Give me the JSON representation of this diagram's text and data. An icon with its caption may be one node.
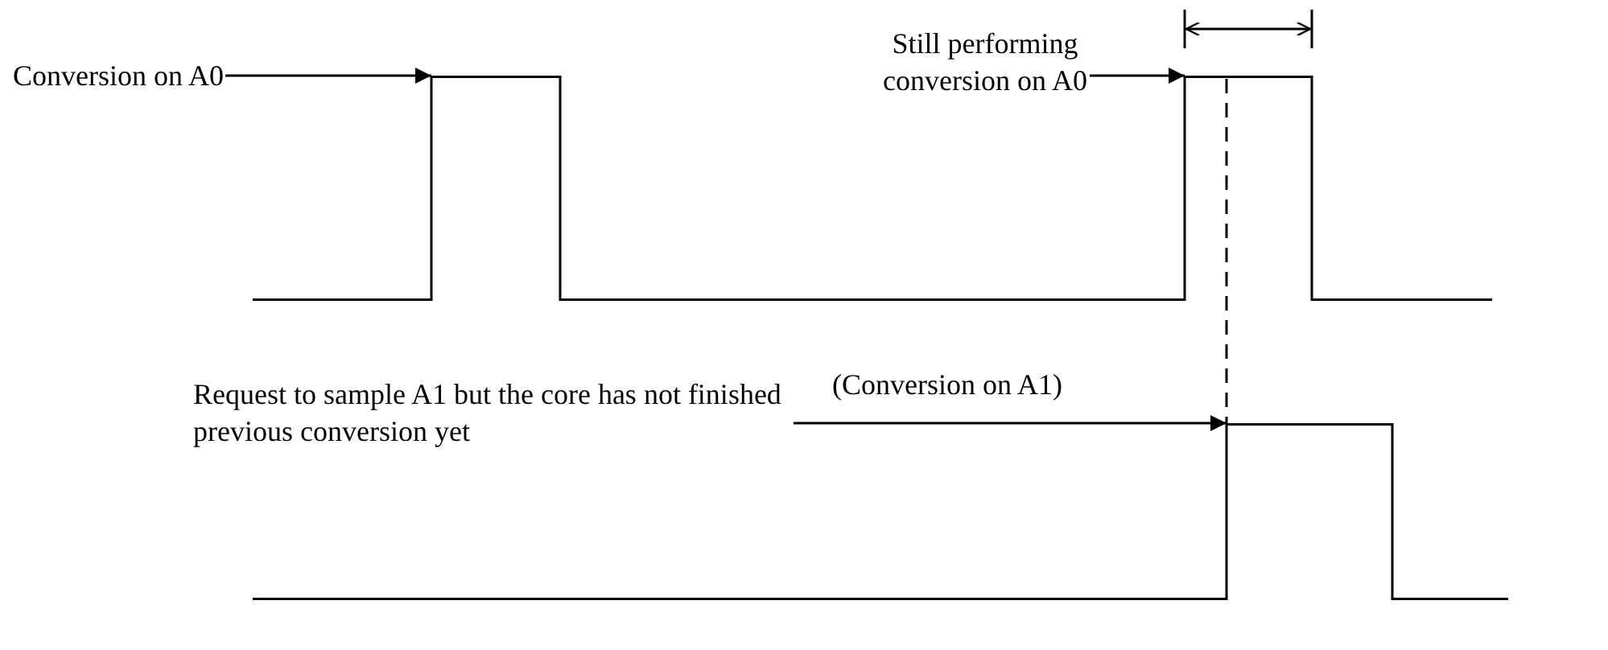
{
  "diagram": {
    "nodes": [
      {
        "text": [
          "Conversion on A0"
        ]
      },
      {
        "text": [
          "Still performing conversion on A0"
        ]
      },
      {
        "text": [],
        "shape": "waveform"
      },
      {
        "text": [
          "Request to sample A1 but the core has not finished previous conversion yet"
        ]
      },
      {
        "text": [],
        "shape": "waveform"
      }
    ],
    "edges": [
      {
        "from": 0,
        "to": 2,
        "arrow": "to"
      },
      {
        "from": 1,
        "to": 2,
        "arrow": "to"
      },
      {
        "from": 3,
        "to": 4,
        "arrow": "to",
        "label": "(Conversion on A1)"
      },
      {
        "from": 2,
        "to": 4,
        "arrow": "none",
        "style": "dashed"
      }
    ]
  }
}
